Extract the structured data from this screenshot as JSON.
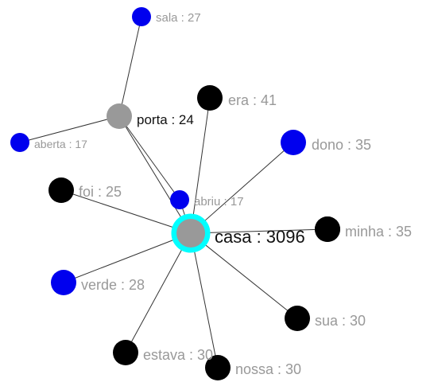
{
  "graph": {
    "nodes": [
      {
        "id": "casa",
        "label": "casa : 3096",
        "word": "casa",
        "count": 3096,
        "color": "#999999",
        "ring": "#00ffff",
        "center": true
      },
      {
        "id": "porta",
        "label": "porta : 24",
        "word": "porta",
        "count": 24,
        "color": "#999999"
      },
      {
        "id": "sala",
        "label": "sala : 27",
        "word": "sala",
        "count": 27,
        "color": "#0000ee"
      },
      {
        "id": "aberta",
        "label": "aberta : 17",
        "word": "aberta",
        "count": 17,
        "color": "#0000ee"
      },
      {
        "id": "era",
        "label": "era : 41",
        "word": "era",
        "count": 41,
        "color": "#000000"
      },
      {
        "id": "dono",
        "label": "dono : 35",
        "word": "dono",
        "count": 35,
        "color": "#0000ee"
      },
      {
        "id": "foi",
        "label": "foi : 25",
        "word": "foi",
        "count": 25,
        "color": "#000000"
      },
      {
        "id": "abriu",
        "label": "abriu : 17",
        "word": "abriu",
        "count": 17,
        "color": "#0000ee"
      },
      {
        "id": "minha",
        "label": "minha : 35",
        "word": "minha",
        "count": 35,
        "color": "#000000"
      },
      {
        "id": "verde",
        "label": "verde : 28",
        "word": "verde",
        "count": 28,
        "color": "#0000ee"
      },
      {
        "id": "sua",
        "label": "sua : 30",
        "word": "sua",
        "count": 30,
        "color": "#000000"
      },
      {
        "id": "estava",
        "label": "estava : 30",
        "word": "estava",
        "count": 30,
        "color": "#000000"
      },
      {
        "id": "nossa",
        "label": "nossa : 30",
        "word": "nossa",
        "count": 30,
        "color": "#000000"
      }
    ],
    "edges": [
      {
        "from": "porta",
        "to": "sala"
      },
      {
        "from": "porta",
        "to": "aberta"
      },
      {
        "from": "porta",
        "to": "abriu"
      },
      {
        "from": "porta",
        "to": "casa"
      },
      {
        "from": "casa",
        "to": "era"
      },
      {
        "from": "casa",
        "to": "dono"
      },
      {
        "from": "casa",
        "to": "foi"
      },
      {
        "from": "casa",
        "to": "abriu"
      },
      {
        "from": "casa",
        "to": "minha"
      },
      {
        "from": "casa",
        "to": "verde"
      },
      {
        "from": "casa",
        "to": "sua"
      },
      {
        "from": "casa",
        "to": "estava"
      },
      {
        "from": "casa",
        "to": "nossa"
      }
    ]
  }
}
